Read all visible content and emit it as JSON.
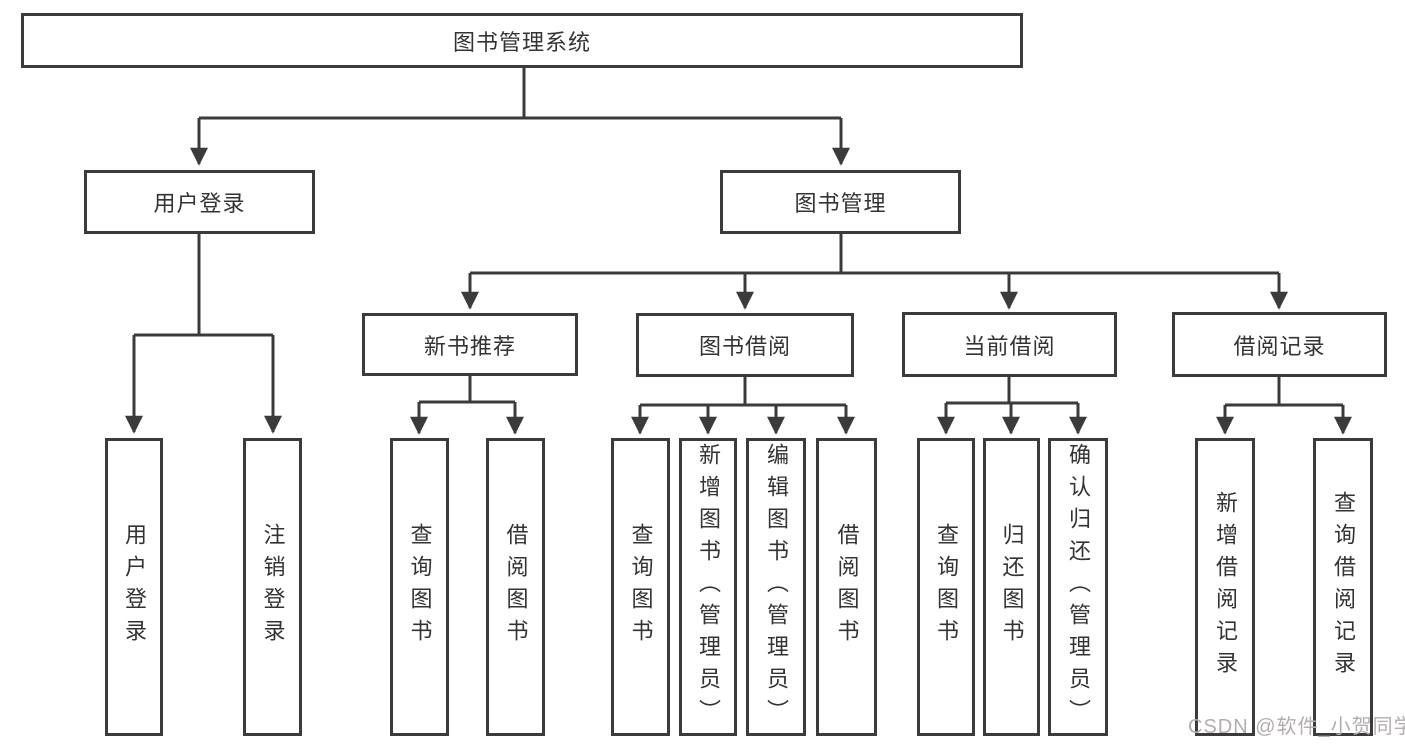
{
  "colors": {
    "line": "#3b3b3b",
    "text": "#333333",
    "node-bg": "#ffffff",
    "watermark": "#b3adad"
  },
  "diagram": {
    "root": "图书管理系统",
    "level2": [
      "用户登录",
      "图书管理"
    ],
    "level3": [
      "新书推荐",
      "图书借阅",
      "当前借阅",
      "借阅记录"
    ],
    "leaves": [
      "用户登录",
      "注销登录",
      "查询图书",
      "借阅图书",
      "查询图书",
      "新增图书（管理员）",
      "编辑图书（管理员）",
      "借阅图书",
      "查询图书",
      "归还图书",
      "确认归还（管理员）",
      "新增借阅记录",
      "查询借阅记录"
    ]
  },
  "watermark": "CSDN @软件_小贺同学"
}
